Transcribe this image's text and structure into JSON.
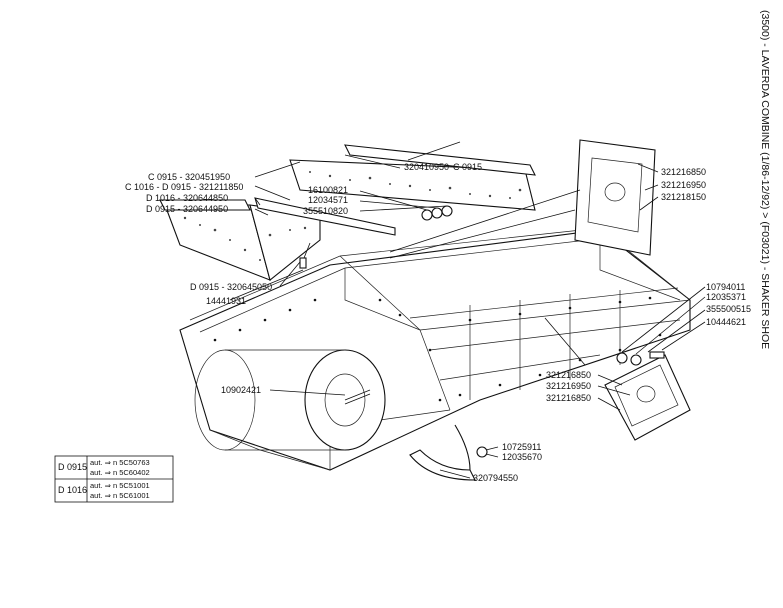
{
  "title": "(3500) - LAVERDA COMBINE (1/86-12/92) > (F03021) - SHAKER SHOE",
  "labels": {
    "l1": "320410950",
    "l1b": "C 0915",
    "l2": "C 0915 - 320451950",
    "l3": "C 1016 - D 0915 - 321211850",
    "l4": "D 1016 - 320644850",
    "l5": "D 0915 - 320644950",
    "l6": "16100821",
    "l7": "12034571",
    "l8": "355510820",
    "l9": "D 0915 - 320645050",
    "l10": "14441931",
    "l11": "321216850",
    "l12": "321216950",
    "l13": "321218150",
    "l14": "10794011",
    "l15": "12035371",
    "l16": "355500515",
    "l17": "10444621",
    "l18": "321216850",
    "l19": "321216950",
    "l20": "321216850",
    "l21": "10902421",
    "l22": "10725911",
    "l23": "12035670",
    "l24": "320794550"
  },
  "serial_table": {
    "rows": [
      {
        "model": "D 0915",
        "lines": [
          "aut. ⇒ n 5C50763",
          "aut. ⇒ n 5C60402"
        ]
      },
      {
        "model": "D 1016",
        "lines": [
          "aut. ⇒ n 5C51001",
          "aut. ⇒ n 5C61001"
        ]
      }
    ]
  }
}
